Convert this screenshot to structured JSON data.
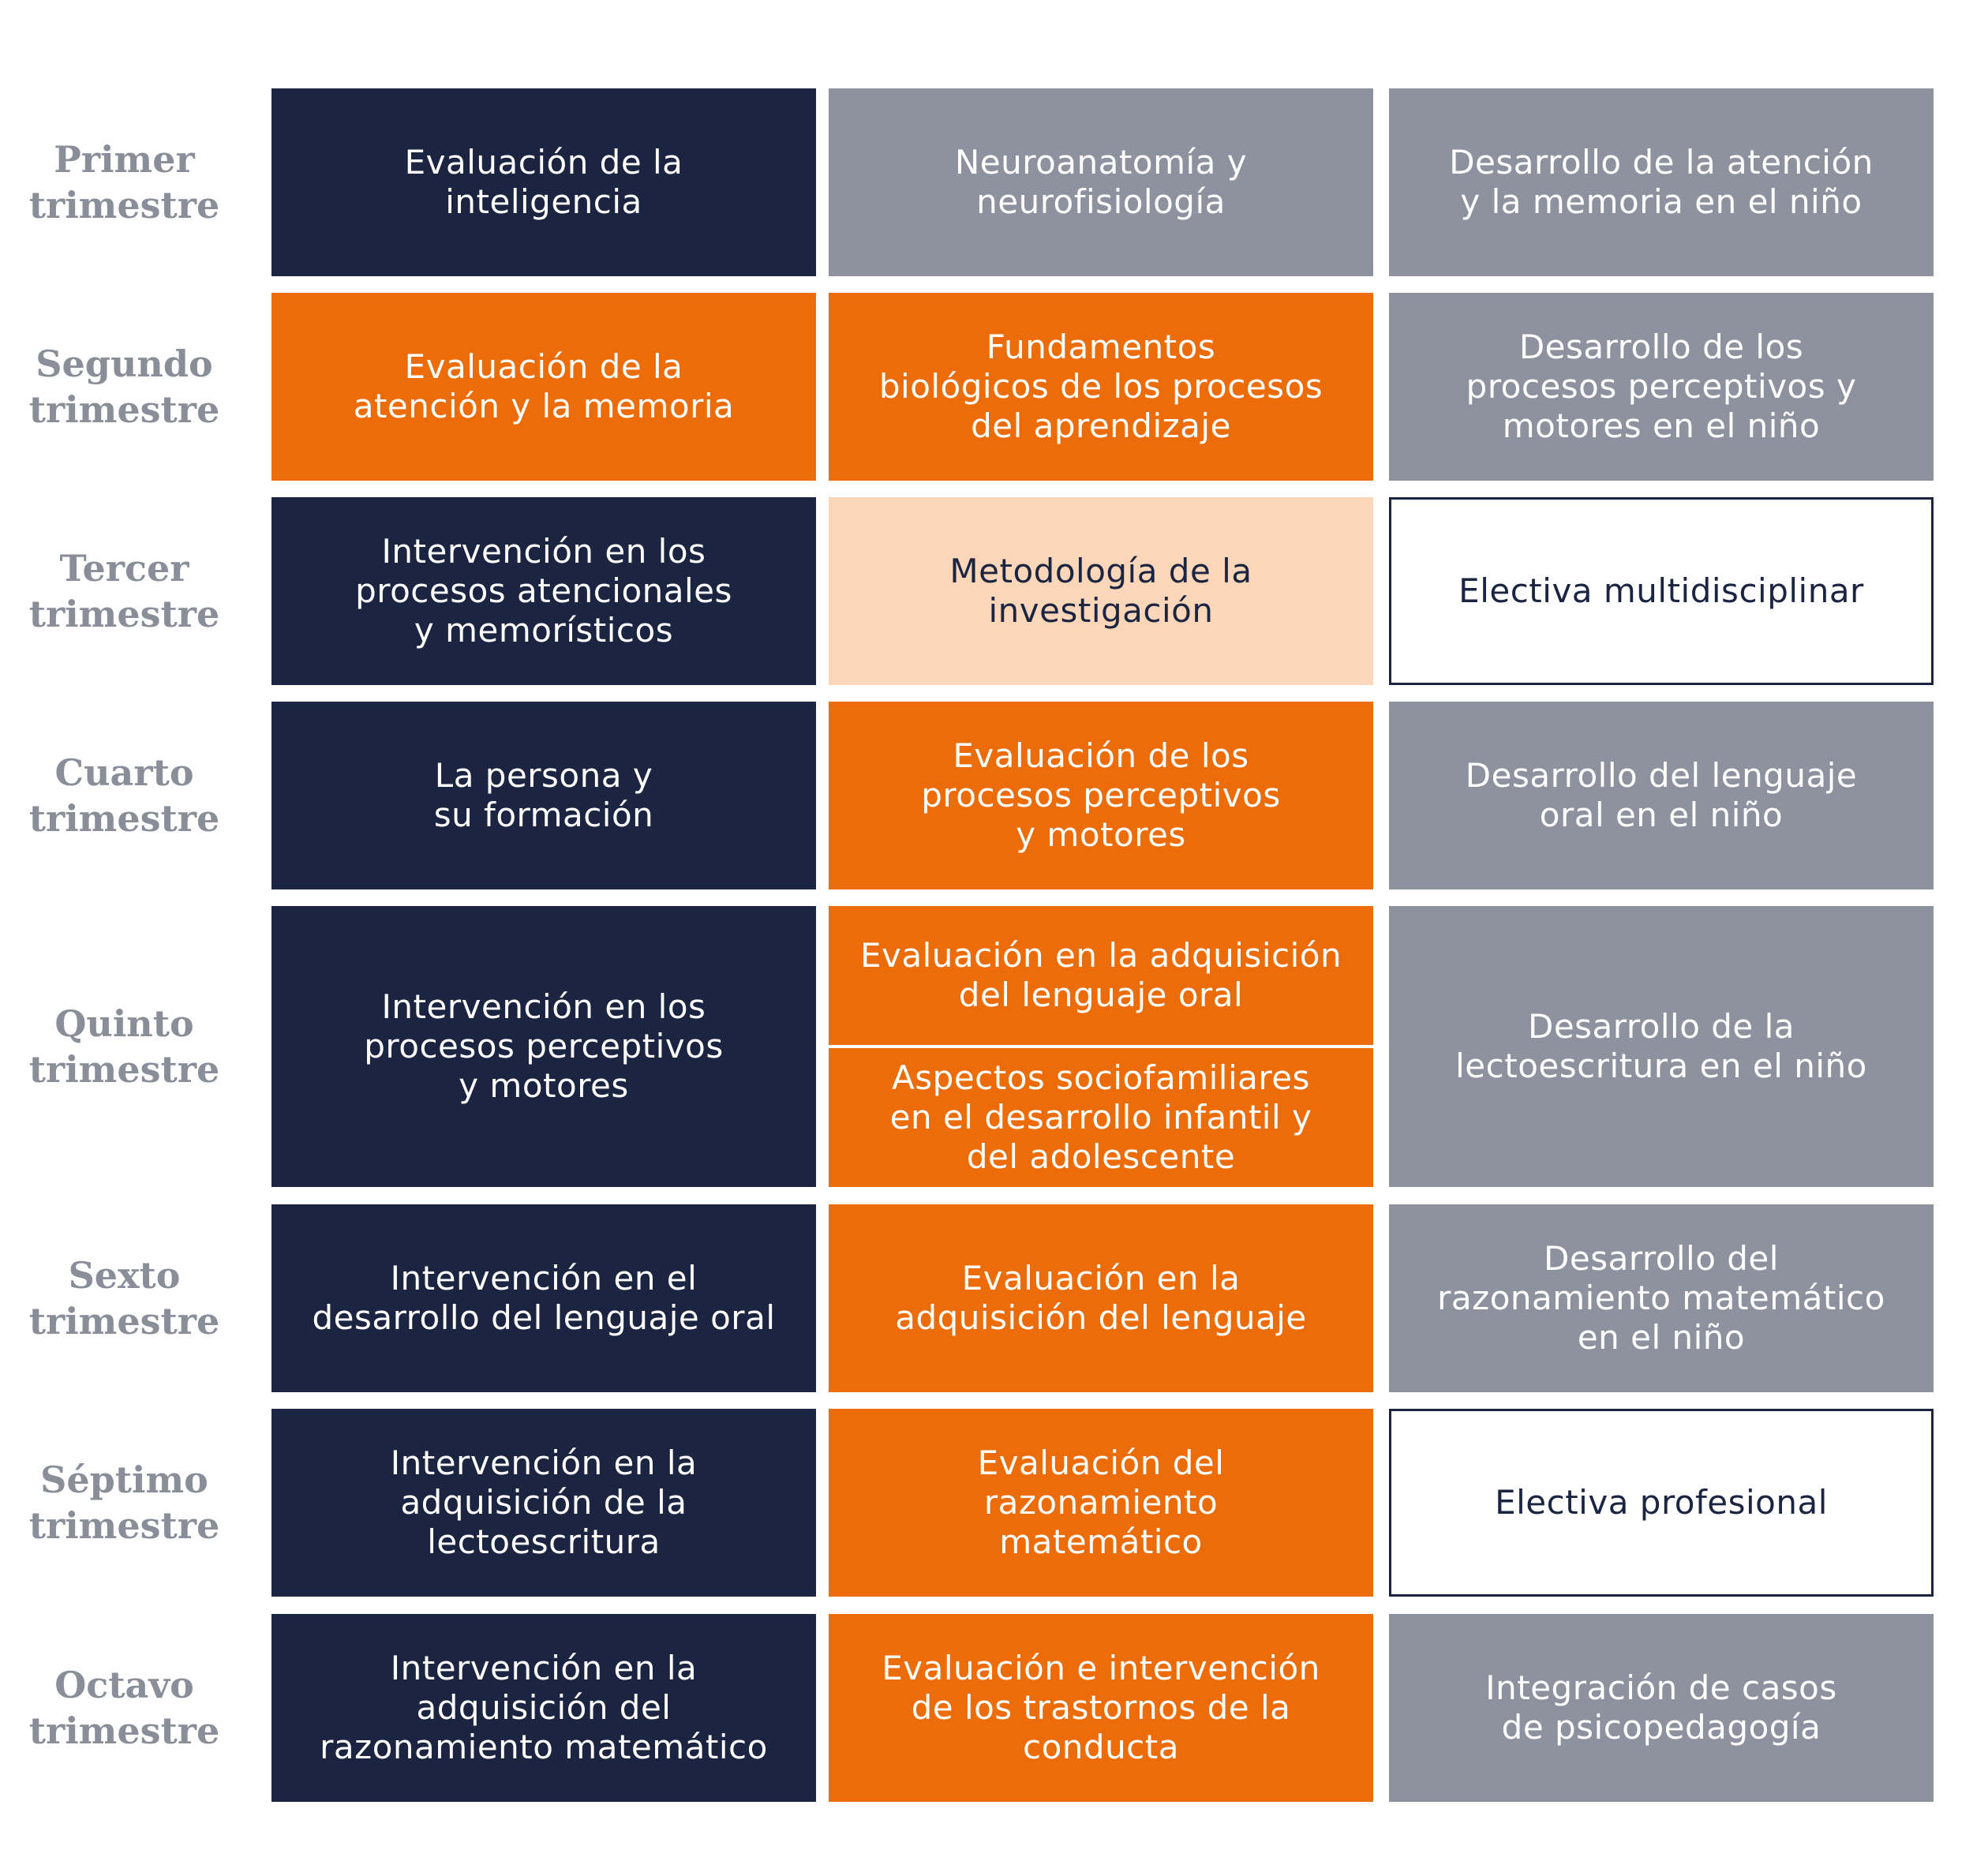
{
  "rows": [
    {
      "label_line1": "Primer",
      "label_line2": "trimestre",
      "col1": "Evaluación de la\ninteligencia",
      "col2": "Neuroanatomía y\nneurofisiología",
      "col3": "Desarrollo de la atención\ny la memoria en el niño"
    },
    {
      "label_line1": "Segundo",
      "label_line2": "trimestre",
      "col1": "Evaluación de la\natención y la memoria",
      "col2": "Fundamentos\nbiológicos de los procesos\ndel aprendizaje",
      "col3": "Desarrollo de los\nprocesos perceptivos y\nmotores en el niño"
    },
    {
      "label_line1": "Tercer",
      "label_line2": "trimestre",
      "col1": "Intervención en los\nprocesos atencionales\ny memorísticos",
      "col2": "Metodología de la\ninvestigación",
      "col3": "Electiva multidisciplinar"
    },
    {
      "label_line1": "Cuarto",
      "label_line2": "trimestre",
      "col1": "La persona y\nsu formación",
      "col2": "Evaluación de los\nprocesos perceptivos\ny motores",
      "col3": "Desarrollo del lenguaje\noral en el niño"
    },
    {
      "label_line1": "Quinto",
      "label_line2": "trimestre",
      "col1": "Intervención en los\nprocesos perceptivos\ny motores",
      "col2a": "Evaluación en la adquisición\ndel lenguaje oral",
      "col2b": "Aspectos sociofamiliares\nen el desarrollo infantil y\ndel adolescente",
      "col3": "Desarrollo de la\nlectoescritura en el niño"
    },
    {
      "label_line1": "Sexto",
      "label_line2": "trimestre",
      "col1": "Intervención en el\ndesarrollo del lenguaje oral",
      "col2": "Evaluación en la\nadquisición del lenguaje",
      "col3": "Desarrollo del\nrazonamiento matemático\nen el niño"
    },
    {
      "label_line1": "Séptimo",
      "label_line2": "trimestre",
      "col1": "Intervención en la\nadquisición de la\nlectoescritura",
      "col2": "Evaluación del\nrazonamiento\nmatemático",
      "col3": "Electiva profesional"
    },
    {
      "label_line1": "Octavo",
      "label_line2": "trimestre",
      "col1": "Intervención en la\nadquisición del\nrazonamiento matemático",
      "col2": "Evaluación e intervención\nde los trastornos de la\nconducta",
      "col3": "Integración de casos\nde psicopedagogía"
    }
  ],
  "colors": {
    "navy": "#1b2440",
    "gray": "#8e929e",
    "orange": "#eb6c09",
    "peach": "#fcd6b8",
    "label": "#8a8e99"
  }
}
